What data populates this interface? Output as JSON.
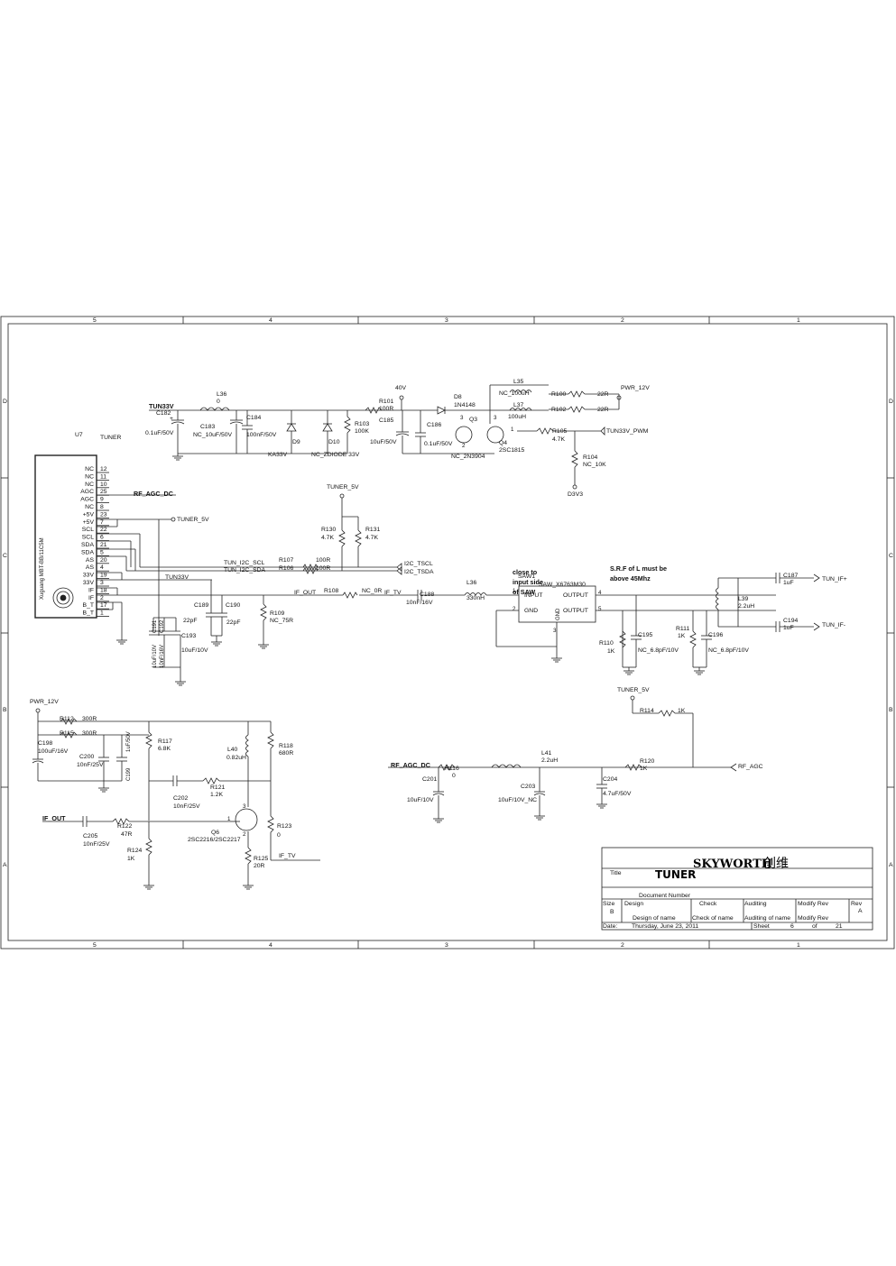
{
  "border": {
    "cols_top": [
      "5",
      "4",
      "3",
      "2",
      "1"
    ],
    "cols_bottom": [
      "5",
      "4",
      "3",
      "2",
      "1"
    ],
    "rows_left": [
      "D",
      "C",
      "B",
      "A"
    ],
    "rows_right": [
      "D",
      "C",
      "B",
      "A"
    ]
  },
  "tuner_block": {
    "ref": "U7",
    "value": "TUNER",
    "vendor_text": "Xuguang MBT-BB/11C5M",
    "pins": [
      {
        "name": "NC",
        "num": "12"
      },
      {
        "name": "NC",
        "num": "11"
      },
      {
        "name": "NC",
        "num": "10"
      },
      {
        "name": "AGC",
        "num": "25"
      },
      {
        "name": "AGC",
        "num": "9"
      },
      {
        "name": "NC",
        "num": "8"
      },
      {
        "name": "+5V",
        "num": "23"
      },
      {
        "name": "+5V",
        "num": "7"
      },
      {
        "name": "SCL",
        "num": "22"
      },
      {
        "name": "SCL",
        "num": "6"
      },
      {
        "name": "SDA",
        "num": "21"
      },
      {
        "name": "SDA",
        "num": "5"
      },
      {
        "name": "AS",
        "num": "20"
      },
      {
        "name": "AS",
        "num": "4"
      },
      {
        "name": "33V",
        "num": "19"
      },
      {
        "name": "33V",
        "num": "3"
      },
      {
        "name": "IF",
        "num": "18"
      },
      {
        "name": "IF",
        "num": "2"
      },
      {
        "name": "B_T",
        "num": "17"
      },
      {
        "name": "B_T",
        "num": "1"
      }
    ]
  },
  "nets": {
    "tun33v_top": "TUN33V",
    "rf_agc_dc": "RF_AGC_DC",
    "tuner_5v_a": "TUNER_5V",
    "tuner_5v_b": "TUNER_5V",
    "tuner_5v_c": "TUNER_5V",
    "tun_i2c_scl": "TUN_I2C_SCL",
    "tun_i2c_sda": "TUN_I2C_SDA",
    "tun33v_mid": "TUN33V",
    "i2c_tscl": "I2C_TSCL",
    "i2c_tsda": "I2C_TSDA",
    "if_out_a": "IF_OUT",
    "if_tv_a": "IF_TV",
    "pwr_12v_a": "PWR_12V",
    "pwr_12v_b": "PWR_12V",
    "tun33v_pwm": "TUN33V_PWM",
    "d3v3": "D3V3",
    "v40": "40V",
    "tun_if_p": "TUN_IF+",
    "tun_if_n": "TUN_IF-",
    "rf_agc": "RF_AGC",
    "rf_agc_dc_b": "RF_AGC_DC",
    "if_out_b": "IF_OUT",
    "if_tv_b": "IF_TV"
  },
  "components": {
    "c182": {
      "ref": "C182",
      "val": "0.1uF/50V"
    },
    "l36a": {
      "ref": "L36",
      "val": "0"
    },
    "c183": {
      "ref": "C183",
      "val": "NC_10uF/50V"
    },
    "c184": {
      "ref": "C184",
      "val": "100nF/50V"
    },
    "d9": {
      "ref": "D9",
      "val": "KA33V"
    },
    "d10": {
      "ref": "D10",
      "val": "NC_ZDIODE 33V"
    },
    "r101": {
      "ref": "R101",
      "val": "100R"
    },
    "r103": {
      "ref": "R103",
      "val": "100K"
    },
    "c185": {
      "ref": "C185",
      "val": "10uF/50V"
    },
    "c186": {
      "ref": "C186",
      "val": "0.1uF/50V"
    },
    "d8": {
      "ref": "D8",
      "val": "1N4148"
    },
    "q3": {
      "ref": "Q3",
      "val": "NC_2N3904"
    },
    "q4": {
      "ref": "Q4",
      "val": "2SC1815"
    },
    "l35": {
      "ref": "L35",
      "val": "NC_100uH"
    },
    "l37": {
      "ref": "L37",
      "val": "100uH"
    },
    "r100": {
      "ref": "R100",
      "val": "22R"
    },
    "r102": {
      "ref": "R102",
      "val": "22R"
    },
    "r105": {
      "ref": "R105",
      "val": "4.7K"
    },
    "r104": {
      "ref": "R104",
      "val": "NC_10K"
    },
    "r130": {
      "ref": "R130",
      "val": "4.7K"
    },
    "r131": {
      "ref": "R131",
      "val": "4.7K"
    },
    "r107": {
      "ref": "R107",
      "val": "100R"
    },
    "r106": {
      "ref": "R106",
      "val": "100R"
    },
    "r108": {
      "ref": "R108",
      "val": "NC_0R"
    },
    "c188": {
      "ref": "C188",
      "val": "10nF/16V"
    },
    "l36b": {
      "ref": "L36",
      "val": "330nH"
    },
    "r109": {
      "ref": "R109",
      "val": "NC_75R"
    },
    "c189": {
      "ref": "C189",
      "val": "22pF"
    },
    "c190": {
      "ref": "C190",
      "val": "22pF"
    },
    "c191": {
      "ref": "C191",
      "val": "10uF/10V"
    },
    "c192": {
      "ref": "C192",
      "val": "10nF/16V"
    },
    "c193": {
      "ref": "C193",
      "val": "10uF/10V"
    },
    "saw": {
      "ref": "SAW1",
      "val": "SAW_X6763M30",
      "p_in": "INPUT",
      "p_gnd": "GND",
      "p_gnd2": "GND",
      "p_out1": "OUTPUT",
      "p_out2": "OUTPUT",
      "n1": "1",
      "n2": "2",
      "n3": "3",
      "n4": "4",
      "n5": "5"
    },
    "c187": {
      "ref": "C187",
      "val": "1uF"
    },
    "c194": {
      "ref": "C194",
      "val": "1uF"
    },
    "l39": {
      "ref": "L39",
      "val": "2.2uH"
    },
    "c195": {
      "ref": "C195",
      "val": "NC_6.8pF/10V"
    },
    "c196": {
      "ref": "C196",
      "val": "NC_6.8pF/10V"
    },
    "r110": {
      "ref": "R110",
      "val": "1K"
    },
    "r111": {
      "ref": "R111",
      "val": "1K"
    },
    "r114": {
      "ref": "R114",
      "val": "1K"
    },
    "r112": {
      "ref": "R112",
      "val": "300R"
    },
    "r115": {
      "ref": "R115",
      "val": "300R"
    },
    "c198": {
      "ref": "C198",
      "val": "100uF/16V"
    },
    "c200": {
      "ref": "C200",
      "val": "10nF/25V"
    },
    "c199": {
      "ref": "C199",
      "val": "1uF/50V"
    },
    "r117": {
      "ref": "R117",
      "val": "6.8K"
    },
    "l40": {
      "ref": "L40",
      "val": "0.82uH"
    },
    "r118": {
      "ref": "R118",
      "val": "680R"
    },
    "c202": {
      "ref": "C202",
      "val": "10nF/25V"
    },
    "r121": {
      "ref": "R121",
      "val": "1.2K"
    },
    "c205": {
      "ref": "C205",
      "val": "10nF/25V"
    },
    "r122": {
      "ref": "R122",
      "val": "47R"
    },
    "q6": {
      "ref": "Q6",
      "val": "2SC2216/2SC2217"
    },
    "r123": {
      "ref": "R123",
      "val": "0"
    },
    "r124": {
      "ref": "R124",
      "val": "1K"
    },
    "r125": {
      "ref": "R125",
      "val": "20R"
    },
    "r116": {
      "ref": "R116",
      "val": "0"
    },
    "c201": {
      "ref": "C201",
      "val": "10uF/10V"
    },
    "l41": {
      "ref": "L41",
      "val": "2.2uH"
    },
    "c203": {
      "ref": "C203",
      "val": "10uF/10V_NC"
    },
    "r120": {
      "ref": "R120",
      "val": "1K"
    },
    "c204": {
      "ref": "C204",
      "val": "4.7uF/50V"
    }
  },
  "notes": {
    "saw_note_1": "close to",
    "saw_note_2": "input side",
    "saw_note_3": "of SAW",
    "srf_note_1": "S.R.F of L must be",
    "srf_note_2": "above 45Mhz"
  },
  "title_block": {
    "brand": "SKYWORTH",
    "brand_zh": "创维",
    "title_label": "Title",
    "title": "TUNER",
    "doc_number_label": "Document Number",
    "size_label": "Size",
    "size": "B",
    "design_label": "Design",
    "design_of_name": "Design of name",
    "check_label": "Check",
    "check_of_name": "Check  of  name",
    "auditing_label": "Auditing",
    "auditing_of_name": "Auditing of name",
    "modify_label": "Modify Rev",
    "modify_value": "Modify Rev",
    "rev_label": "Rev",
    "rev": "A",
    "date_label": "Date:",
    "date": "Thursday, June 23, 2011",
    "sheet_label": "Sheet",
    "sheet_num": "6",
    "of_label": "of",
    "sheet_total": "21"
  }
}
